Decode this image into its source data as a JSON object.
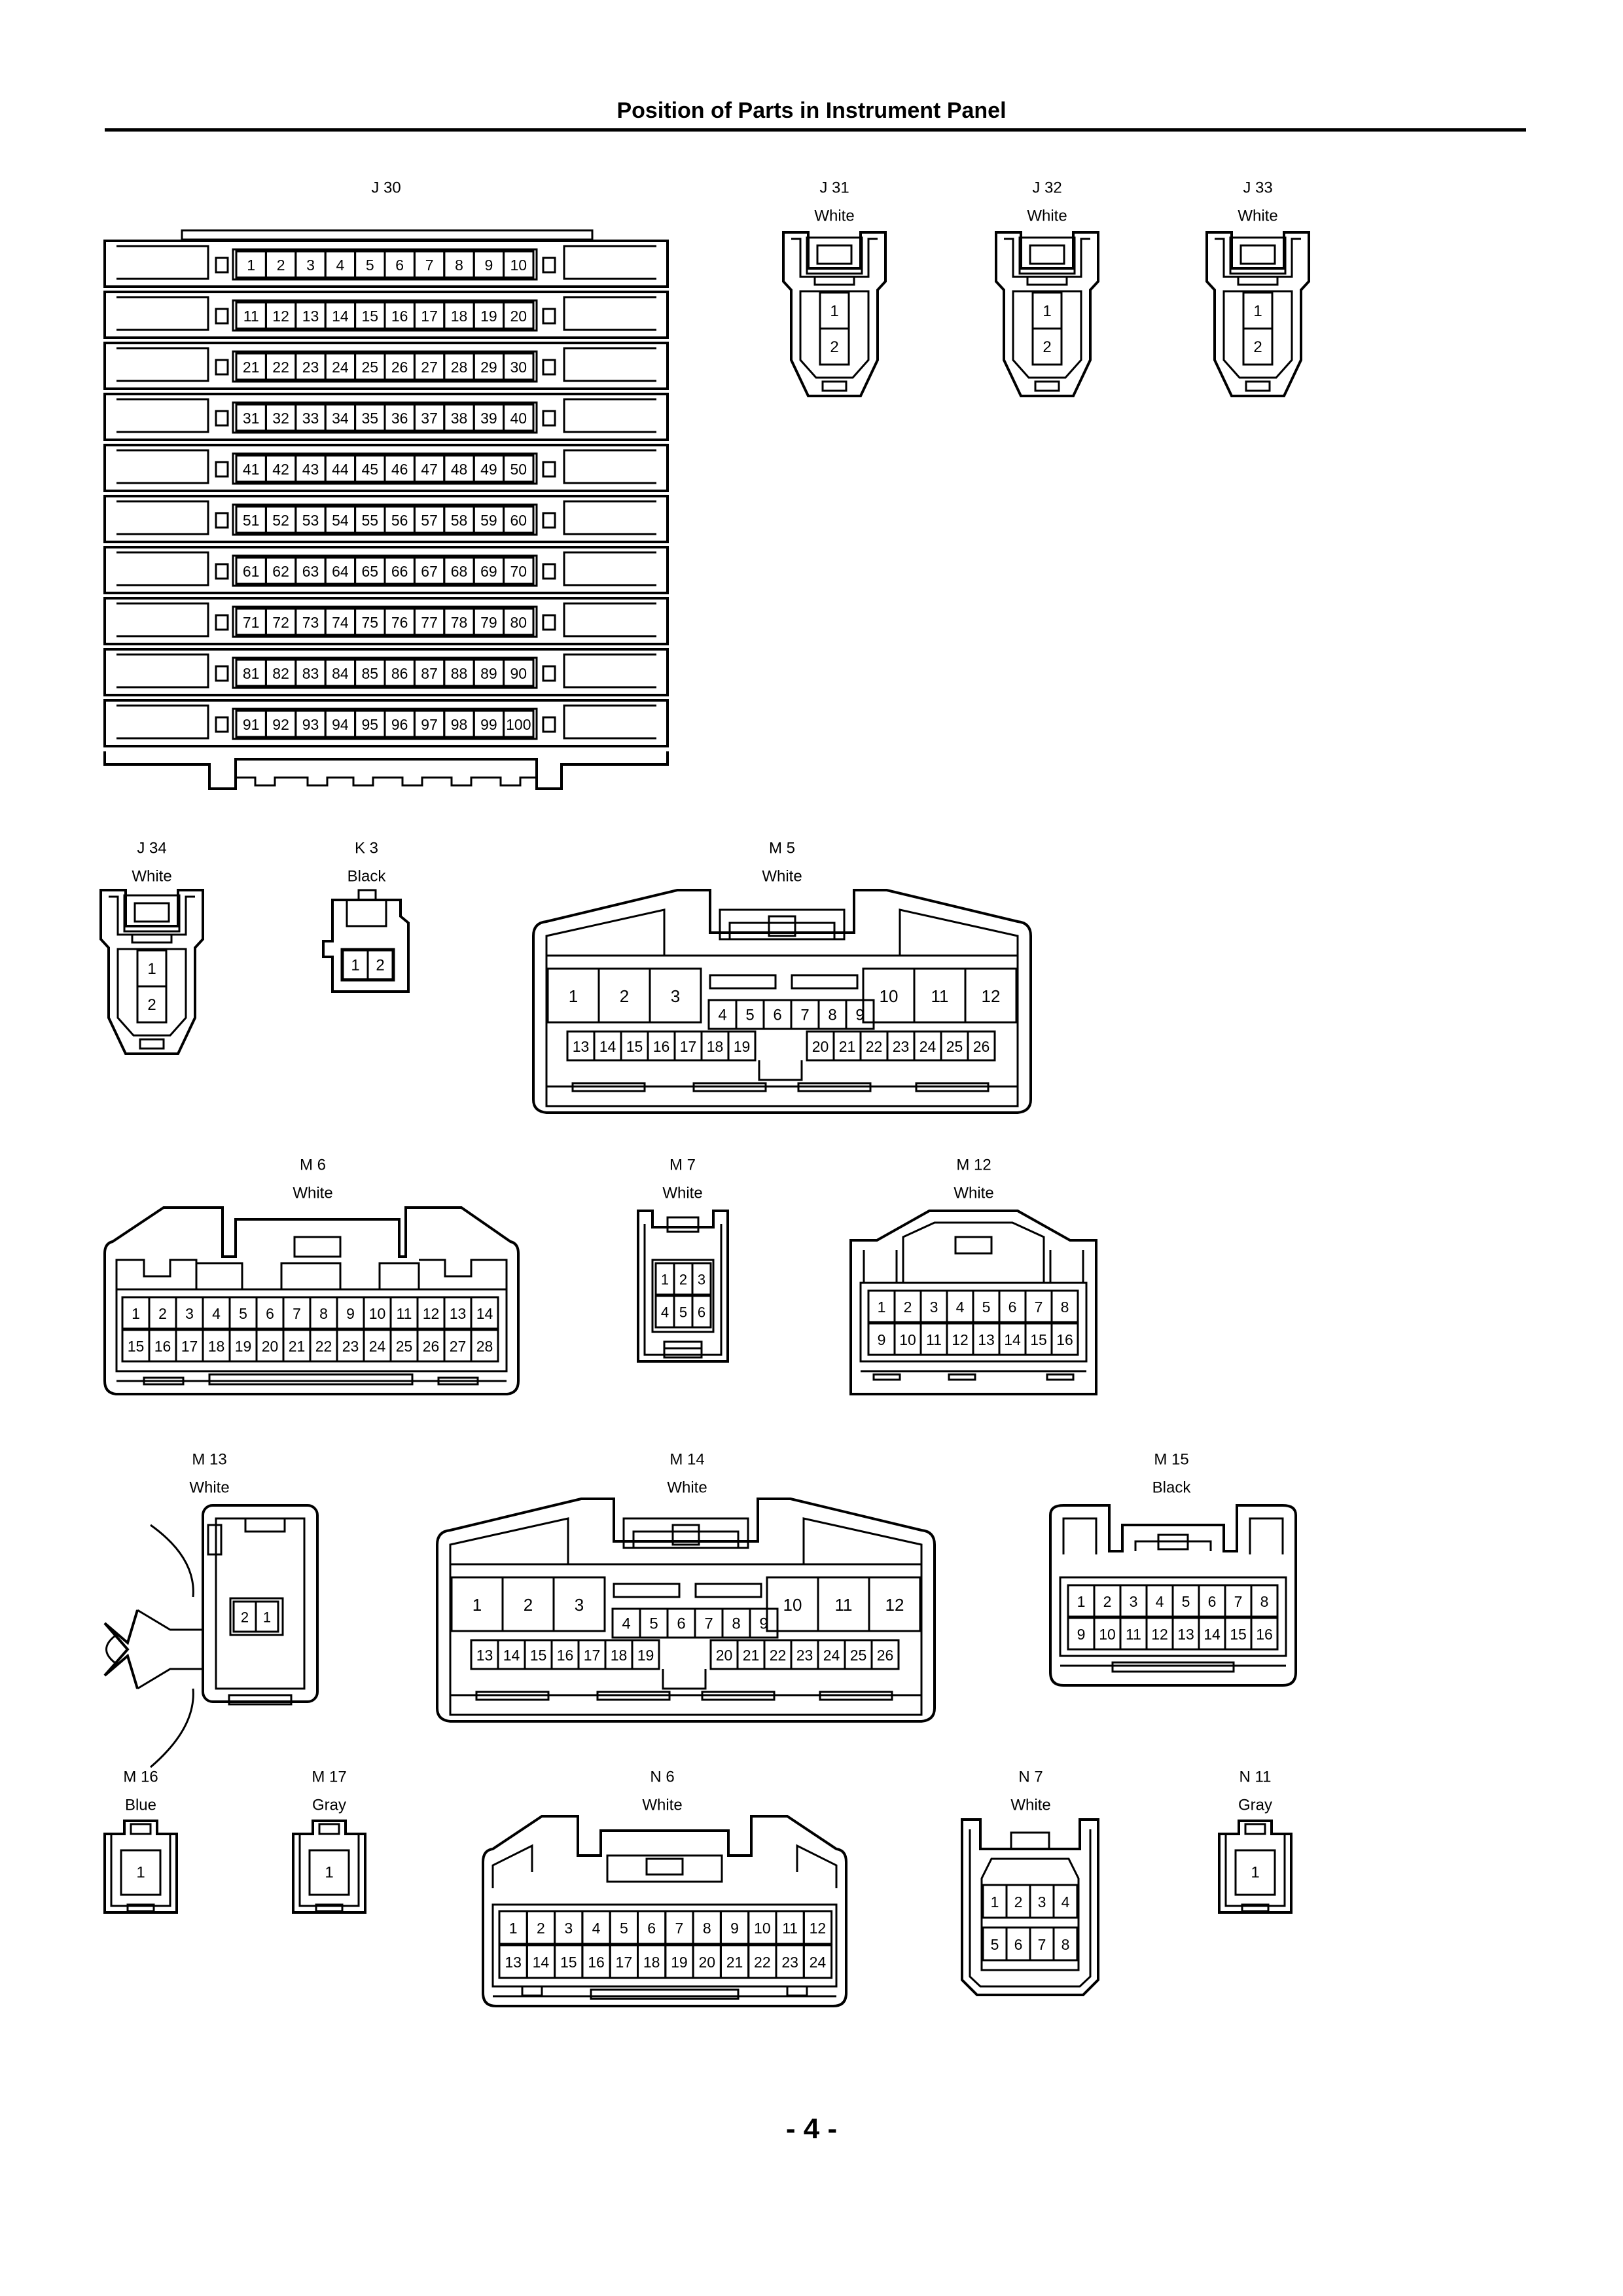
{
  "page": {
    "title": "Position of Parts in Instrument Panel",
    "page_number": "- 4 -"
  },
  "connectors": [
    {
      "id": "J30",
      "code": "J 30",
      "color": ""
    },
    {
      "id": "J31",
      "code": "J 31",
      "color": "White"
    },
    {
      "id": "J32",
      "code": "J 32",
      "color": "White"
    },
    {
      "id": "J33",
      "code": "J 33",
      "color": "White"
    },
    {
      "id": "J34",
      "code": "J 34",
      "color": "White"
    },
    {
      "id": "K3",
      "code": "K 3",
      "color": "Black"
    },
    {
      "id": "M5",
      "code": "M 5",
      "color": "White"
    },
    {
      "id": "M6",
      "code": "M 6",
      "color": "White"
    },
    {
      "id": "M7",
      "code": "M 7",
      "color": "White"
    },
    {
      "id": "M12",
      "code": "M 12",
      "color": "White"
    },
    {
      "id": "M13",
      "code": "M 13",
      "color": "White"
    },
    {
      "id": "M14",
      "code": "M 14",
      "color": "White"
    },
    {
      "id": "M15",
      "code": "M 15",
      "color": "Black"
    },
    {
      "id": "M16",
      "code": "M 16",
      "color": "Blue"
    },
    {
      "id": "M17",
      "code": "M 17",
      "color": "Gray"
    },
    {
      "id": "N6",
      "code": "N 6",
      "color": "White"
    },
    {
      "id": "N7",
      "code": "N 7",
      "color": "White"
    },
    {
      "id": "N11",
      "code": "N 11",
      "color": "Gray"
    }
  ]
}
